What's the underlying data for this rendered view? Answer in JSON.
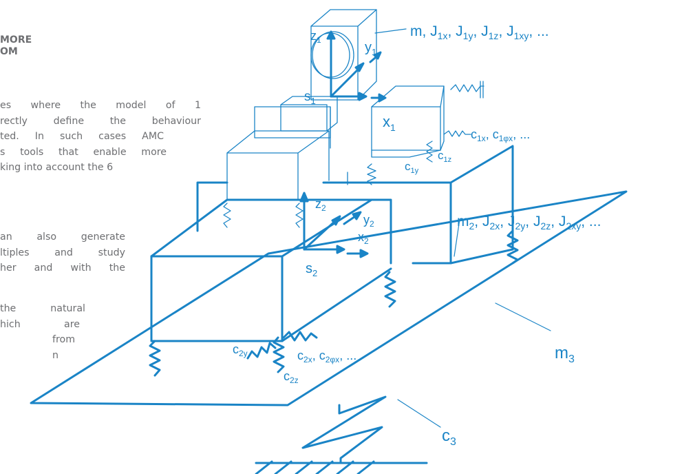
{
  "heading": [
    "MORE",
    "OM"
  ],
  "paragraphs": [
    [
      "es where the model of 1",
      "rectly define the behaviour",
      "ted. In such cases AMC",
      "s tools that enable more",
      "king into account the 6"
    ],
    [
      "an also generate",
      "ltiples and study",
      "her and with the"
    ],
    [
      "the natural",
      "hich are",
      "from",
      "n"
    ]
  ],
  "labels": {
    "m1": "m, J",
    "m1_subs": [
      "1x",
      "1y",
      "1z",
      "1xy"
    ],
    "m2": "m",
    "m2_sub": "2",
    "j2_subs": [
      "2x",
      "2y",
      "2z",
      "2xy"
    ],
    "m3": "m",
    "m3_sub": "3",
    "c3": "c",
    "c3_sub": "3",
    "z1": "z",
    "z1_sub": "1",
    "y1": "y",
    "y1_sub": "1",
    "x1": "x",
    "x1_sub": "1",
    "s1": "s",
    "s1_sub": "1",
    "z2": "z",
    "z2_sub": "2",
    "y2": "y",
    "y2_sub": "2",
    "x2": "x",
    "x2_sub": "2",
    "s2": "s",
    "s2_sub": "2",
    "c1x": "c",
    "c1x_sub": "1x",
    "c1phix": "c",
    "c1phix_sub": "1φx",
    "c1z": "c",
    "c1z_sub": "1z",
    "c1y": "c",
    "c1y_sub": "1y",
    "c2y": "c",
    "c2y_sub": "2y",
    "c2x": "c",
    "c2x_sub": "2x",
    "c2phix": "c",
    "c2phix_sub": "2φx",
    "c2z": "c",
    "c2z_sub": "2z",
    "ellipsis": "...",
    "comma": ","
  },
  "colors": {
    "diagram": "#1a84c6",
    "text": "#6d6e71"
  }
}
